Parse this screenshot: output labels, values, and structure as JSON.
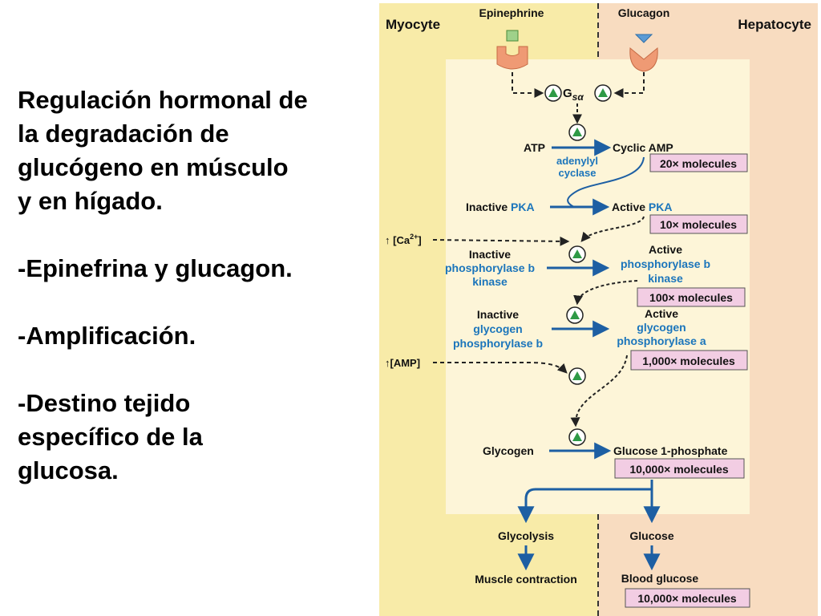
{
  "slide": {
    "title_lines": [
      "Regulación hormonal de",
      "la degradación de",
      "glucógeno en músculo",
      "y en hígado."
    ],
    "bullet1": "-Epinefrina y glucagon.",
    "bullet2": "-Amplificación.",
    "bullet3_lines": [
      "-Destino tejido",
      "específico de la",
      "glucosa."
    ]
  },
  "diagram": {
    "myocyte": "Myocyte",
    "hepatocyte": "Hepatocyte",
    "epinephrine": "Epinephrine",
    "glucagon": "Glucagon",
    "gs_g": "G",
    "gs_sub": "sα",
    "atp": "ATP",
    "cyclic_amp": "Cyclic AMP",
    "adenylyl": "adenylyl",
    "cyclase": "cyclase",
    "inactive_pka_prefix": "Inactive ",
    "pka": "PKA",
    "active_pka_prefix": "Active ",
    "ca_label": "↑ [Ca",
    "ca_sup": "2+",
    "ca_close": "]",
    "inactive": "Inactive",
    "active": "Active",
    "phosphorylase_b": "phosphorylase b",
    "kinase": "kinase",
    "glycogen_word": "glycogen",
    "phosphorylase_b_2": "phosphorylase b",
    "phosphorylase_a": "phosphorylase a",
    "amp_label": "↑[AMP]",
    "glycogen": "Glycogen",
    "glucose_1_phosphate": "Glucose 1-phosphate",
    "glycolysis": "Glycolysis",
    "glucose": "Glucose",
    "muscle_contraction": "Muscle contraction",
    "blood_glucose": "Blood glucose",
    "mol_20": "20× molecules",
    "mol_10": "10× molecules",
    "mol_100": "100× molecules",
    "mol_1000": "1,000× molecules",
    "mol_10000_a": "10,000× molecules",
    "mol_10000_b": "10,000× molecules"
  },
  "colors": {
    "myocyte_bg": "#f8eba8",
    "hepatocyte_bg": "#f8dcc0",
    "inner_panel": "#fdf5d8",
    "arrow_blue": "#1d5fa3",
    "enzyme_blue": "#1b75bb",
    "molecules_box": "#f2cde3",
    "receptor": "#ef9a74",
    "epinephrine_square": "#9fd18a",
    "glucagon_diamond": "#5b9bd5",
    "triangle_green": "#2e9a46"
  }
}
